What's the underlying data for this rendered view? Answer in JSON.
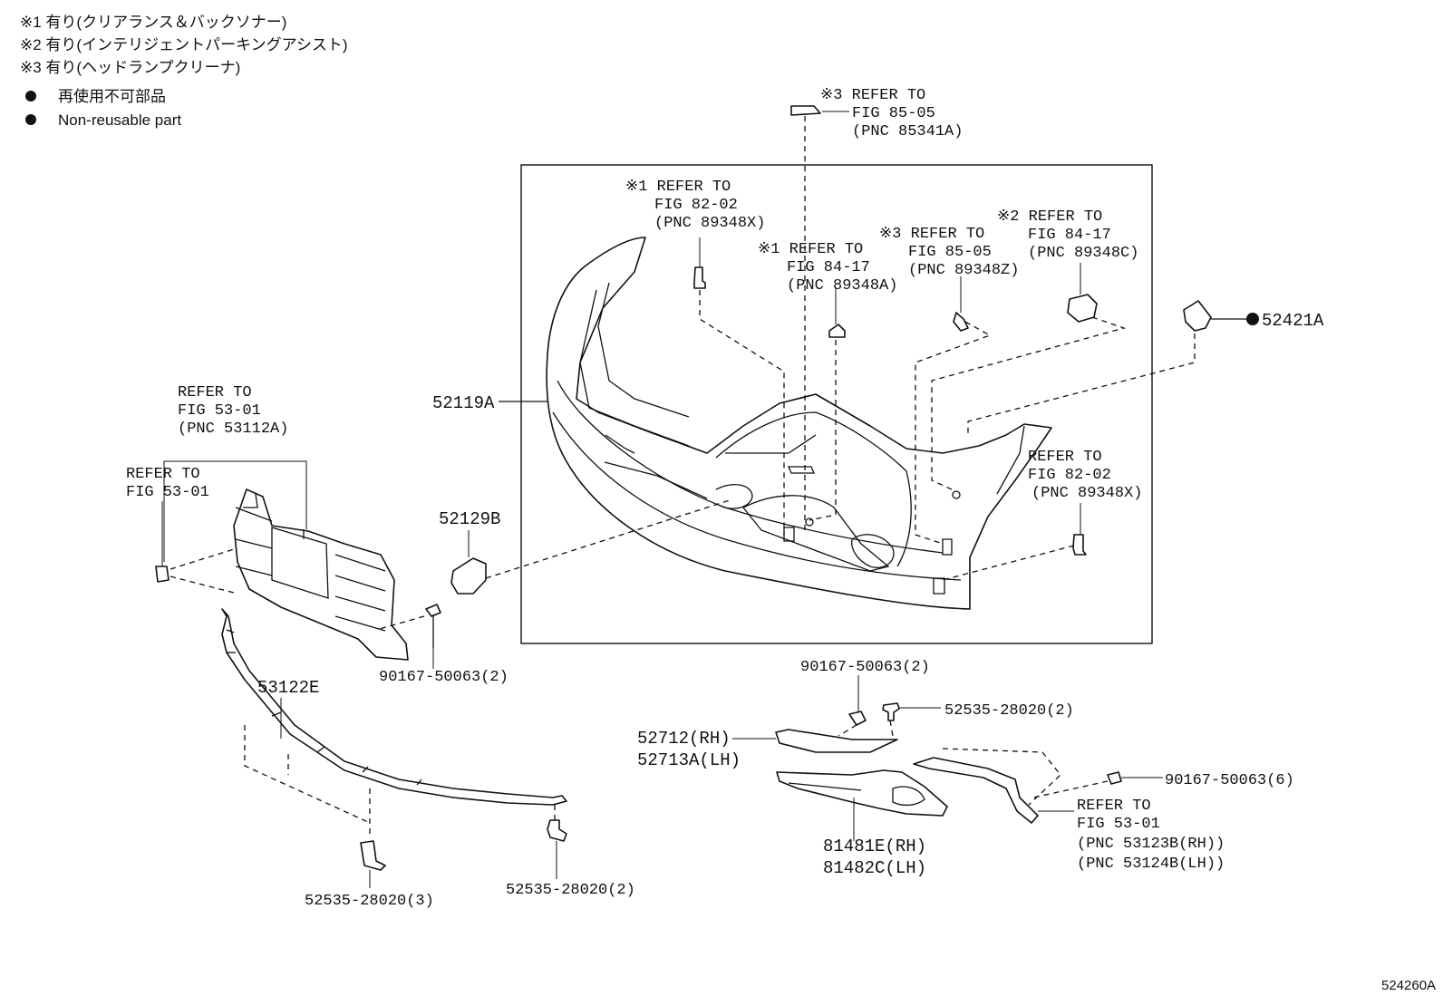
{
  "legend": {
    "notes": [
      "※1 有り(クリアランス＆バックソナー)",
      "※2 有り(インテリジェントパーキングアシスト)",
      "※3 有り(ヘッドランプクリーナ)"
    ],
    "bullets": [
      "再使用不可部品",
      "Non-reusable part"
    ]
  },
  "refs": {
    "r1": [
      "※3 REFER TO",
      "FIG 85-05",
      "(PNC 85341A)"
    ],
    "r2": [
      "※1 REFER TO",
      "FIG 82-02",
      "(PNC 89348X)"
    ],
    "r3": [
      "※1 REFER TO",
      "FIG 84-17",
      "(PNC 89348A)"
    ],
    "r4": [
      "※3 REFER TO",
      "FIG 85-05",
      "(PNC 89348Z)"
    ],
    "r5": [
      "※2 REFER TO",
      "FIG 84-17",
      "(PNC 89348C)"
    ],
    "r6": [
      "REFER TO",
      "FIG 82-02",
      "(PNC 89348X)"
    ],
    "r7": [
      "REFER TO",
      "FIG 53-01",
      "(PNC 53112A)"
    ],
    "r8": [
      "REFER TO",
      "FIG 53-01"
    ],
    "r9": [
      "REFER TO",
      "FIG 53-01",
      "(PNC 53123B(RH))",
      "(PNC 53124B(LH))"
    ]
  },
  "parts": {
    "p52421A": "52421A",
    "p52119A": "52119A",
    "p52129B": "52129B",
    "p53122E": "53122E",
    "bolt_grille": "90167-50063(2)",
    "bolt_trim": "90167-50063(2)",
    "clip_trim": "52535-28020(2)",
    "trim_rh": "52712(RH)",
    "trim_lh": "52713A(LH)",
    "bolt_side": "90167-50063(6)",
    "fog_rh": "81481E(RH)",
    "fog_lh": "81482C(LH)",
    "clip_left": "52535-28020(3)",
    "clip_right": "52535-28020(2)"
  },
  "figure_id": "524260A"
}
